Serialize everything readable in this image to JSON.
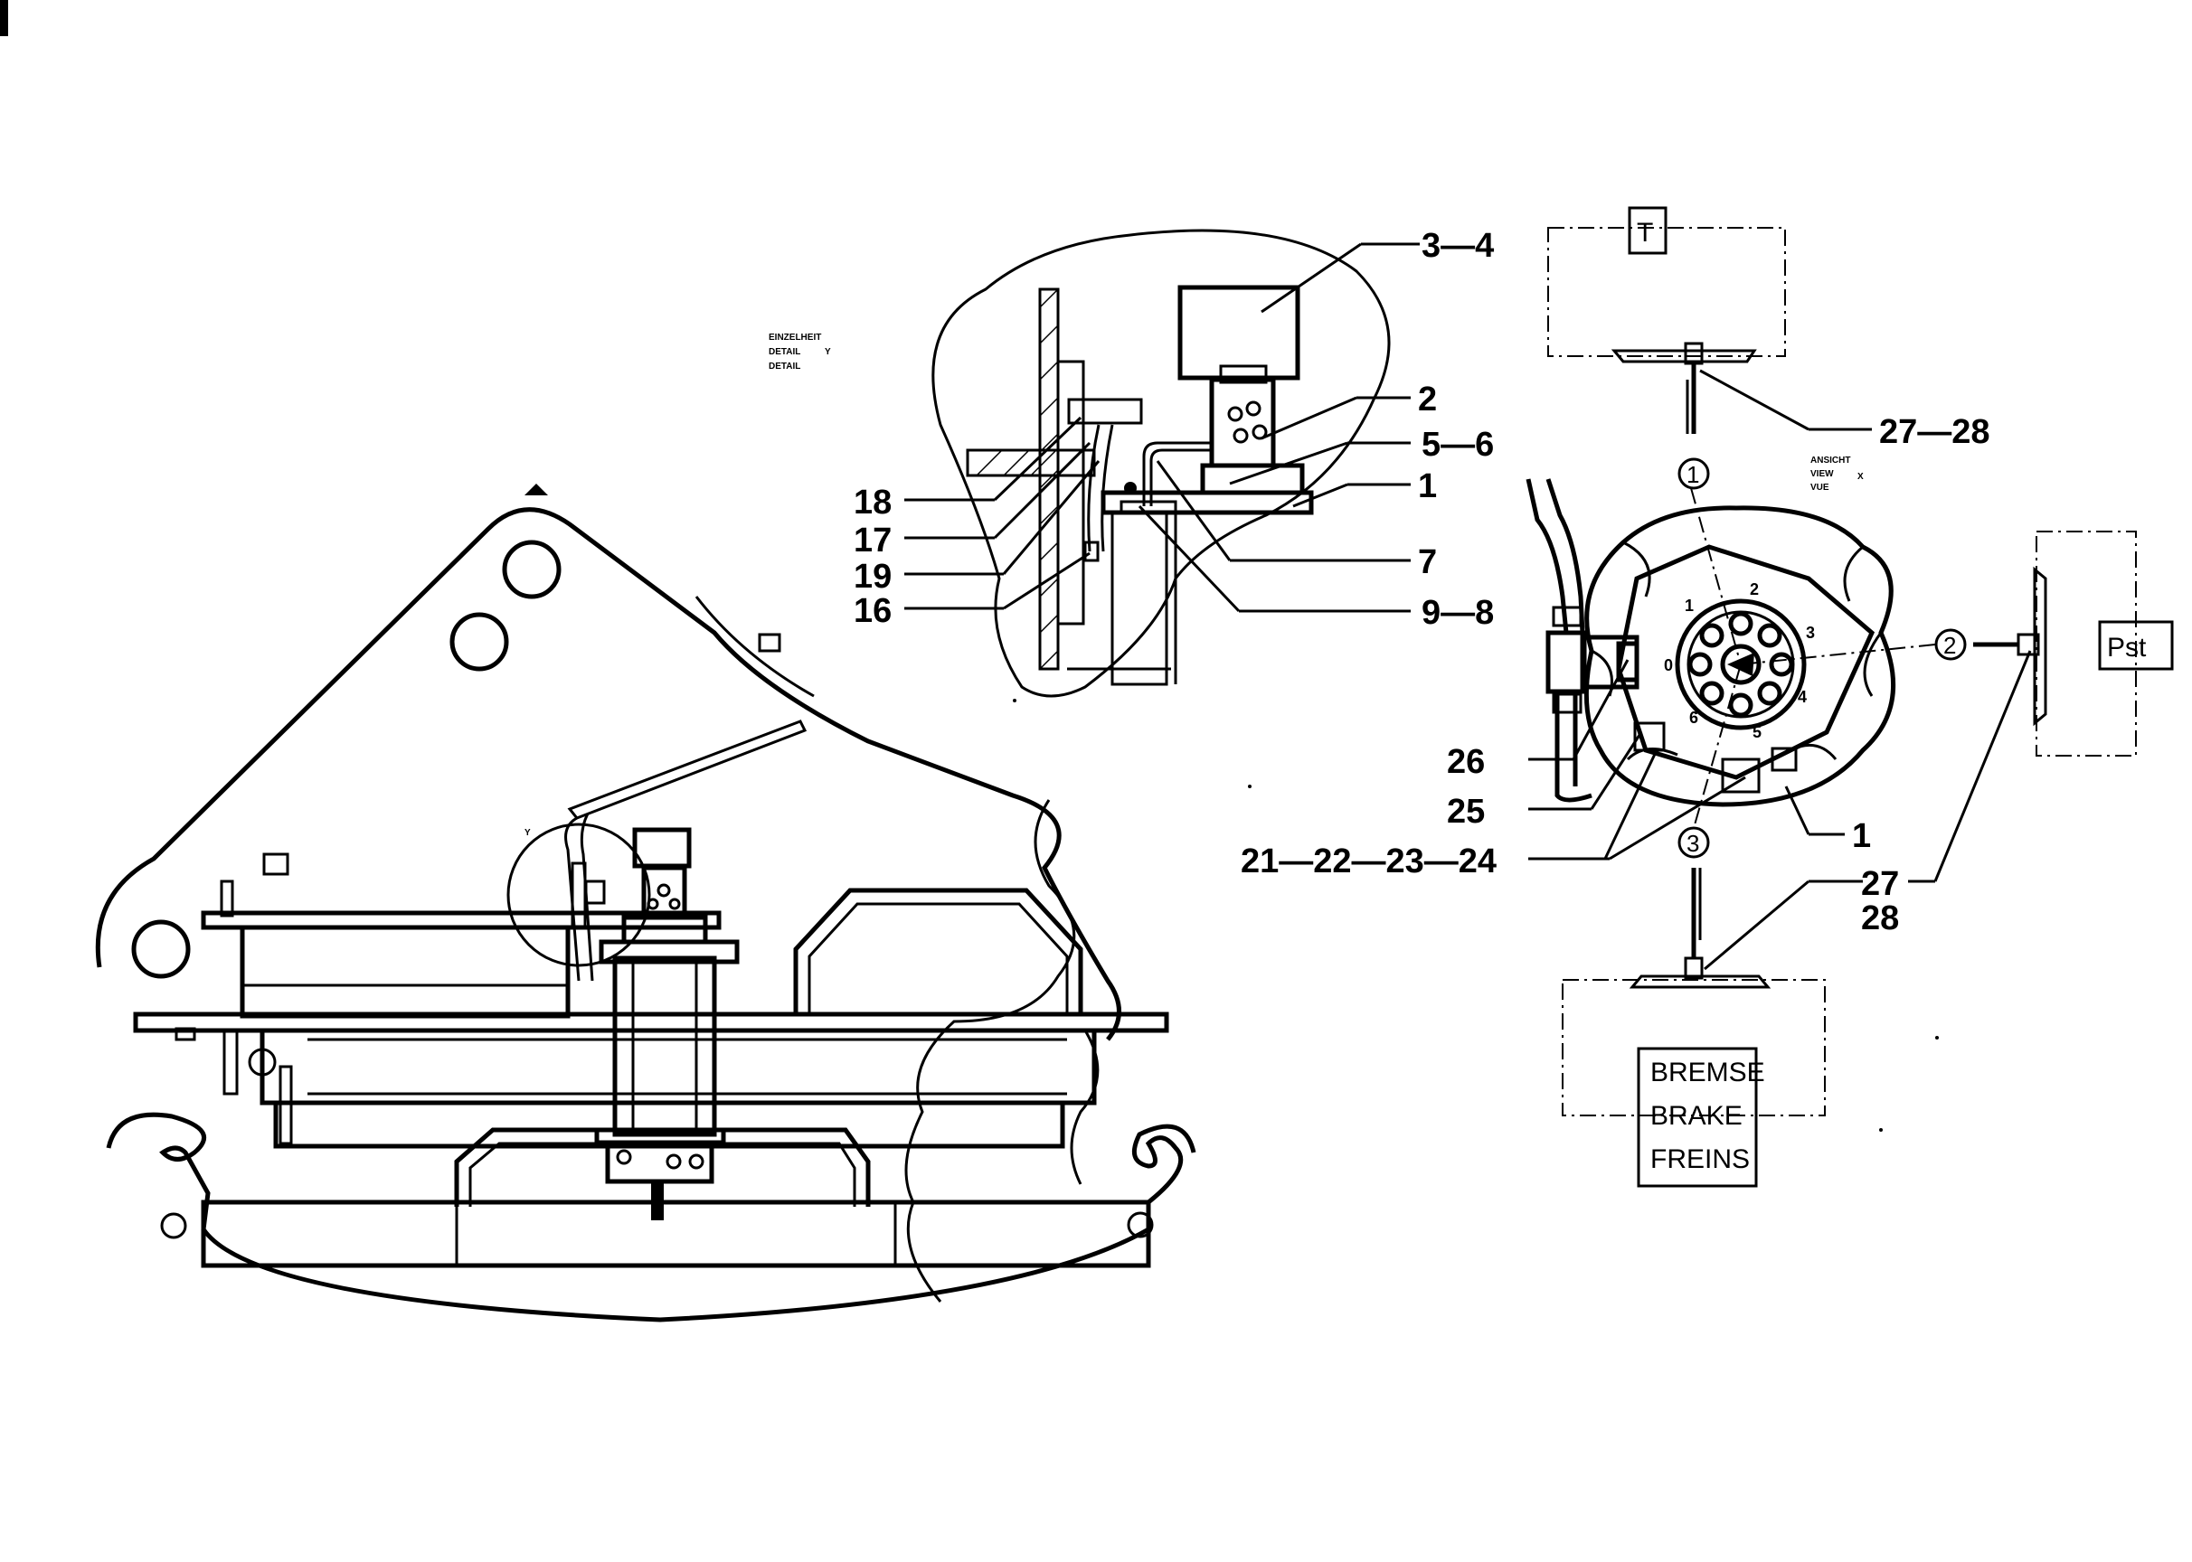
{
  "detail_y": {
    "title_lines": [
      "EINZELHEIT",
      "DETAIL",
      "DETAIL"
    ],
    "letter": "Y"
  },
  "view_x": {
    "title_lines": [
      "ANSICHT",
      "VIEW",
      "VUE"
    ],
    "letter": "X"
  },
  "main_view_detail_letter": "Y",
  "callouts": {
    "c3_4": "3—4",
    "c2": "2",
    "c5_6": "5—6",
    "c1_detail": "1",
    "c7": "7",
    "c9_8": "9—8",
    "c18": "18",
    "c17": "17",
    "c19": "19",
    "c16": "16",
    "c27_28_top": "27—28",
    "c26": "26",
    "c25": "25",
    "c21_24": "21—22—23—24",
    "c1_view": "1",
    "c27_right": "27",
    "c28_right": "28"
  },
  "boxes": {
    "tank": "T",
    "pilot_pressure": "Pst",
    "brake_lines": [
      "BREMSE",
      "BRAKE",
      "FREINS"
    ]
  },
  "ports": {
    "p1": "1",
    "p2": "2",
    "p3": "3"
  },
  "rotor_face_numbers": [
    "0",
    "1",
    "2",
    "3",
    "4",
    "5",
    "6"
  ]
}
